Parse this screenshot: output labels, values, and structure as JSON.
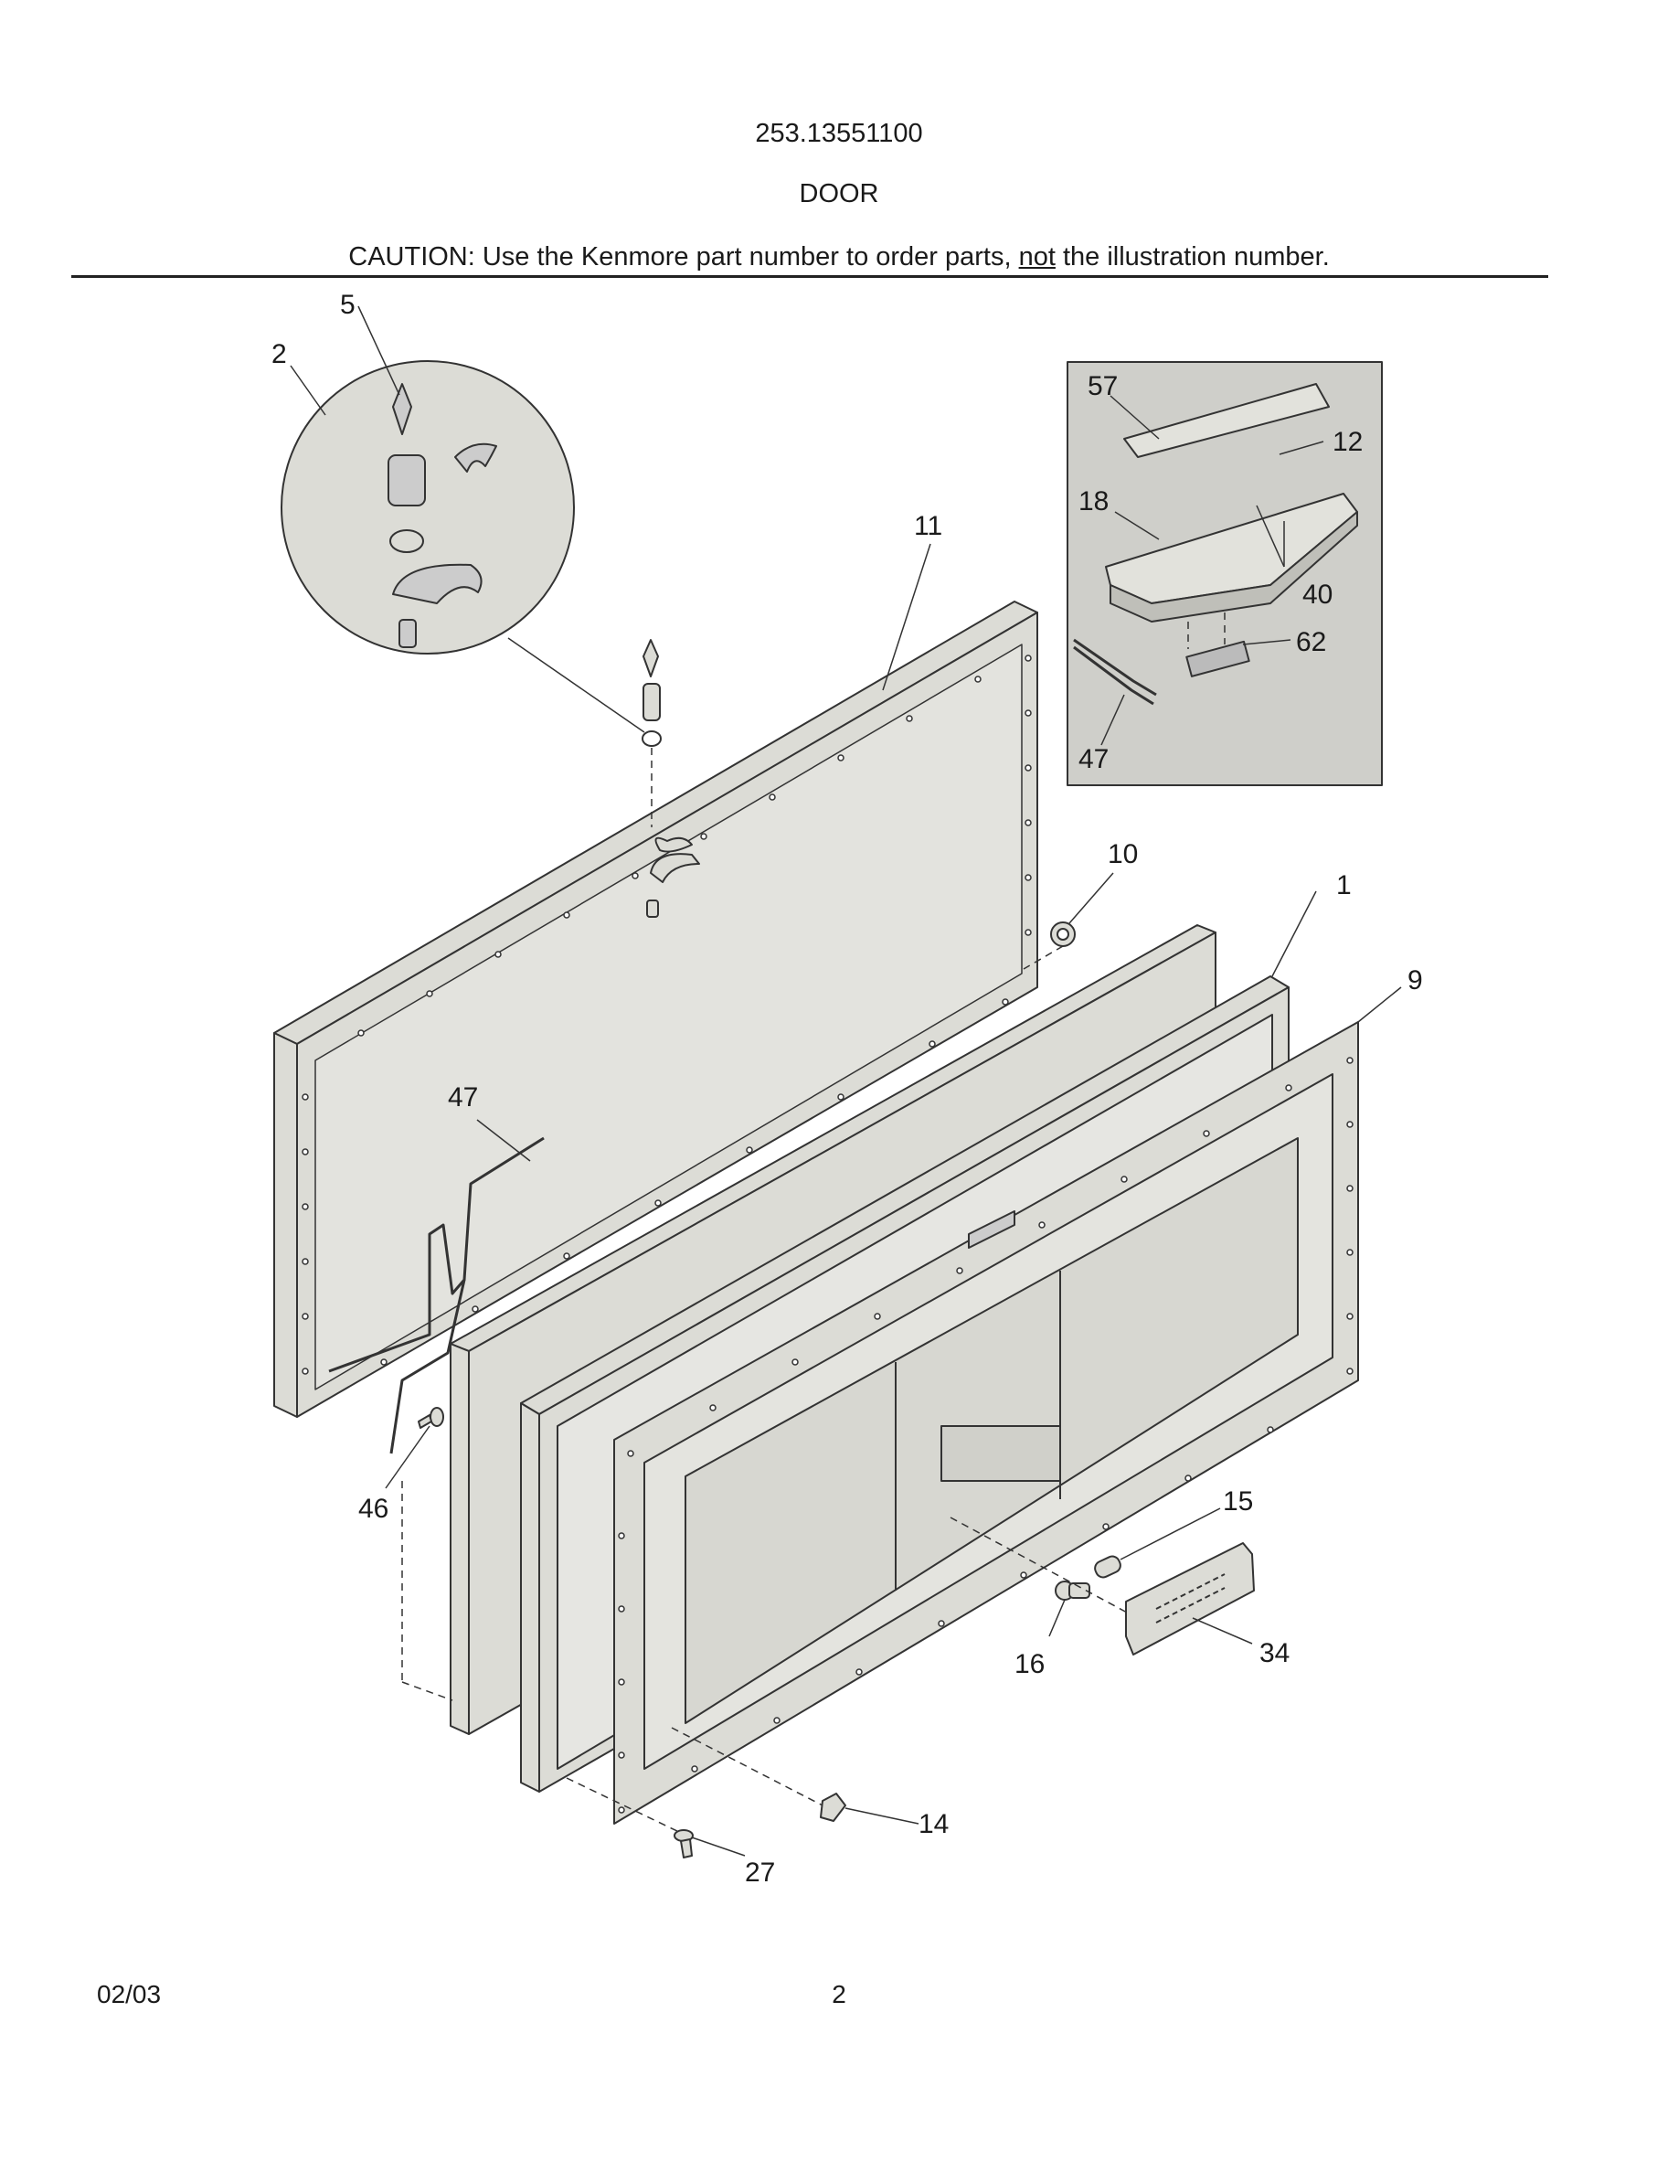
{
  "header": {
    "model_number": "253.13551100",
    "section_title": "DOOR",
    "caution_prefix": "CAUTION: Use the Kenmore part number to order parts, ",
    "caution_emphasis": "not",
    "caution_suffix": " the illustration number."
  },
  "callouts": {
    "c1": "1",
    "c2": "2",
    "c5": "5",
    "c9": "9",
    "c10": "10",
    "c11": "11",
    "c12": "12",
    "c14": "14",
    "c15": "15",
    "c16": "16",
    "c18": "18",
    "c27": "27",
    "c34": "34",
    "c40": "40",
    "c46": "46",
    "c47_inset": "47",
    "c47_main": "47",
    "c57": "57",
    "c62": "62"
  },
  "footer": {
    "date": "02/03",
    "page_number": "2"
  },
  "colors": {
    "part_fill": "#dcdcd6",
    "inset_fill": "#cfcfca",
    "line": "#333333"
  }
}
